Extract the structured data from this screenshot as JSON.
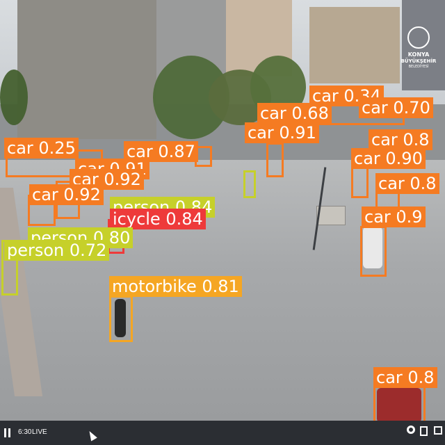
{
  "overlay": {
    "logo_line1": "KONYA",
    "logo_line2": "BÜYÜKŞEHİR",
    "logo_line3": "BELEDİYESİ"
  },
  "detections": [
    {
      "label": "car 0.34"
    },
    {
      "label": "car 0.70"
    },
    {
      "label": "car 0.68"
    },
    {
      "label": "car 0.91"
    },
    {
      "label": "car 0.87"
    },
    {
      "label": "car 0.25"
    },
    {
      "label": "car 0.91"
    },
    {
      "label": "car 0.92"
    },
    {
      "label": "car 0.92"
    },
    {
      "label": "car 0.90"
    },
    {
      "label": "car 0.8"
    },
    {
      "label": "car 0.9"
    },
    {
      "label": "car 0.8"
    },
    {
      "label": "person 0.84"
    },
    {
      "label": "icycle 0.84"
    },
    {
      "label": "person 0.80"
    },
    {
      "label": "person 0.72"
    },
    {
      "label": "motorbike 0.81"
    },
    {
      "label": "car 0.8"
    }
  ],
  "player": {
    "time": "6:30",
    "live_label": "LIVE"
  },
  "icons": [
    "pause-icon",
    "gear-icon",
    "pip-icon",
    "fullscreen-icon",
    "cursor-icon"
  ],
  "colors": {
    "car": "#f57b22",
    "person": "#c6d02a",
    "motorbike": "#f5a623",
    "bicycle": "#ee3a3a",
    "controlbar": "#2b2e33"
  }
}
